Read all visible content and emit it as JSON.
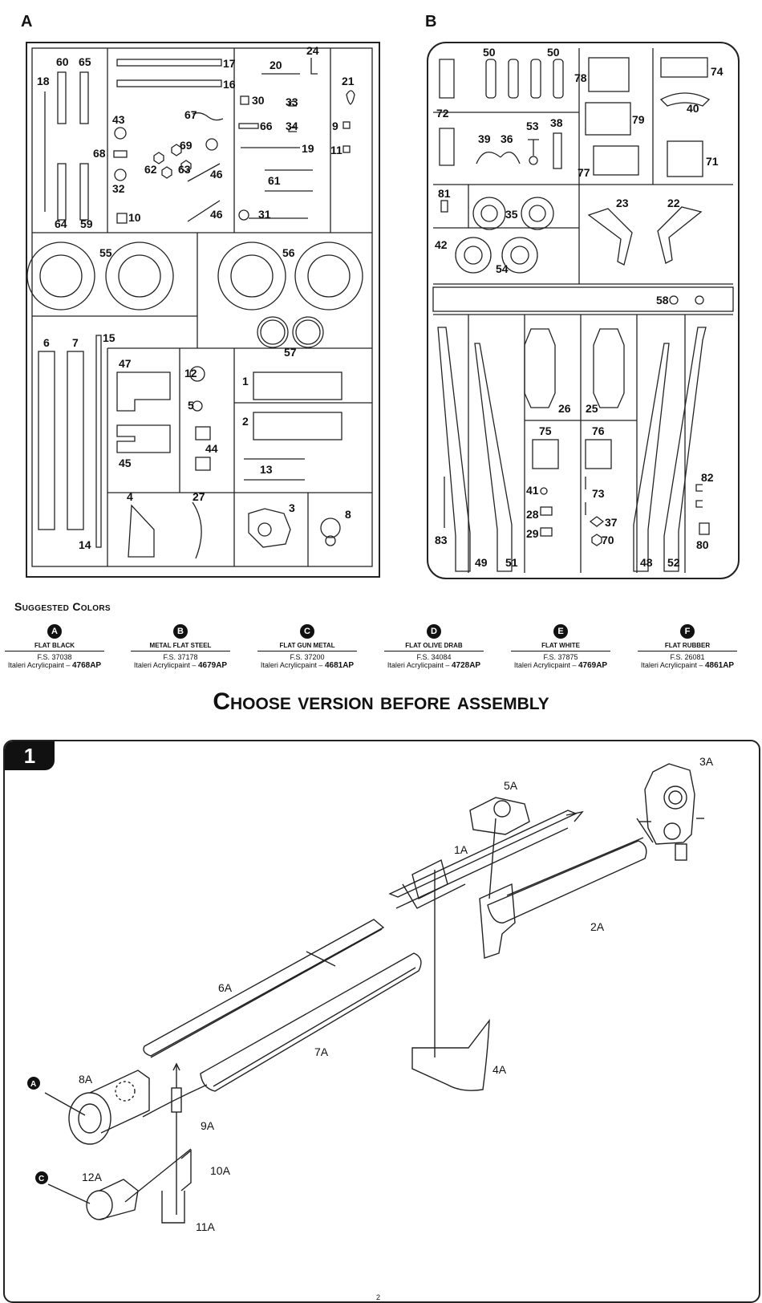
{
  "sprues": {
    "a": {
      "letter": "A",
      "parts": [
        "60",
        "65",
        "18",
        "43",
        "68",
        "32",
        "64",
        "59",
        "10",
        "17",
        "16",
        "67",
        "69",
        "62",
        "63",
        "46",
        "46",
        "20",
        "24",
        "30",
        "33",
        "66",
        "34",
        "19",
        "61",
        "31",
        "21",
        "9",
        "11",
        "55",
        "56",
        "57",
        "6",
        "7",
        "15",
        "14",
        "47",
        "45",
        "12",
        "5",
        "44",
        "1",
        "2",
        "13",
        "4",
        "27",
        "3",
        "8"
      ]
    },
    "b": {
      "letter": "B",
      "parts": [
        "50",
        "50",
        "72",
        "78",
        "79",
        "77",
        "74",
        "40",
        "71",
        "39",
        "36",
        "53",
        "38",
        "81",
        "35",
        "42",
        "54",
        "23",
        "22",
        "58",
        "26",
        "25",
        "75",
        "76",
        "41",
        "28",
        "29",
        "73",
        "37",
        "70",
        "83",
        "49",
        "51",
        "48",
        "52",
        "82",
        "80"
      ]
    }
  },
  "colors": {
    "title": "Suggested Colors",
    "items": [
      {
        "badge": "A",
        "name": "Flat Black",
        "fs": "F.S. 37038",
        "brand": "Italeri Acrylicpaint –",
        "code": "4768AP"
      },
      {
        "badge": "B",
        "name": "Metal Flat Steel",
        "fs": "F.S. 37178",
        "brand": "Italeri Acrylicpaint –",
        "code": "4679AP"
      },
      {
        "badge": "C",
        "name": "Flat Gun Metal",
        "fs": "F.S. 37200",
        "brand": "Italeri Acrylicpaint –",
        "code": "4681AP"
      },
      {
        "badge": "D",
        "name": "Flat Olive Drab",
        "fs": "F.S. 34084",
        "brand": "Italeri Acrylicpaint –",
        "code": "4728AP"
      },
      {
        "badge": "E",
        "name": "Flat White",
        "fs": "F.S. 37875",
        "brand": "Italeri Acrylicpaint –",
        "code": "4769AP"
      },
      {
        "badge": "F",
        "name": "Flat Rubber",
        "fs": "F.S. 26081",
        "brand": "Italeri Acrylicpaint –",
        "code": "4861AP"
      }
    ]
  },
  "heading": "Choose version before assembly",
  "step": {
    "number": "1",
    "callouts": [
      "3A",
      "5A",
      "1A",
      "2A",
      "6A",
      "7A",
      "4A",
      "8A",
      "9A",
      "10A",
      "11A",
      "12A"
    ],
    "color_markers": [
      "A",
      "C"
    ]
  },
  "page_number": "2"
}
